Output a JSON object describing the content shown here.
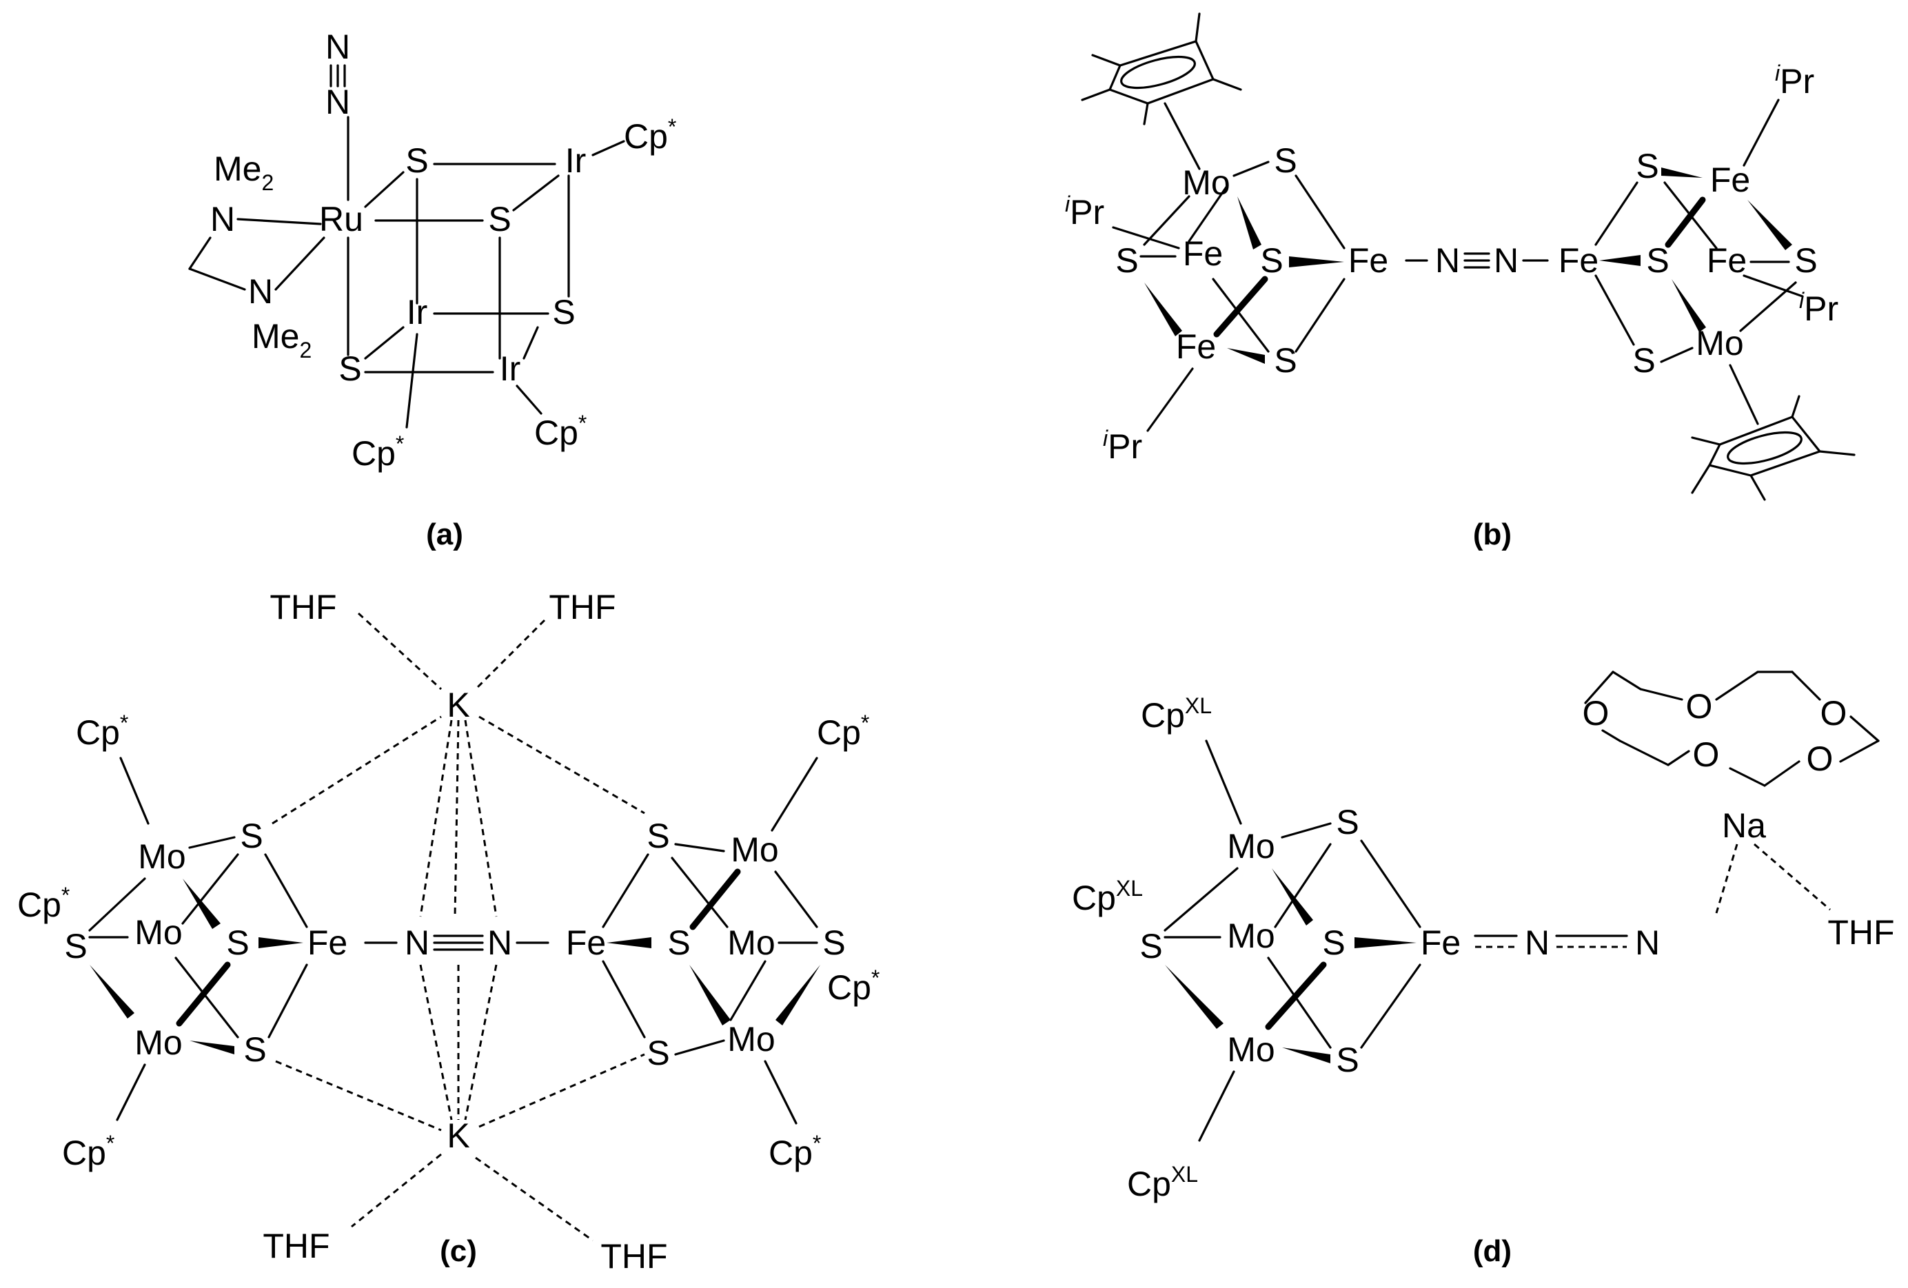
{
  "panels": [
    {
      "id": "a",
      "label": "(a)"
    },
    {
      "id": "b",
      "label": "(b)"
    },
    {
      "id": "c",
      "label": "(c)"
    },
    {
      "id": "d",
      "label": "(d)"
    }
  ],
  "atoms": {
    "Ru": "Ru",
    "Ir": "Ir",
    "S": "S",
    "N": "N",
    "Fe": "Fe",
    "Mo": "Mo",
    "K": "K",
    "Na": "Na",
    "O": "O",
    "THF": "THF",
    "Me2": "Me",
    "Cp": "Cp",
    "iPr_i": "i",
    "iPr_Pr": "Pr",
    "star": "*",
    "two": "2",
    "XL": "XL"
  }
}
